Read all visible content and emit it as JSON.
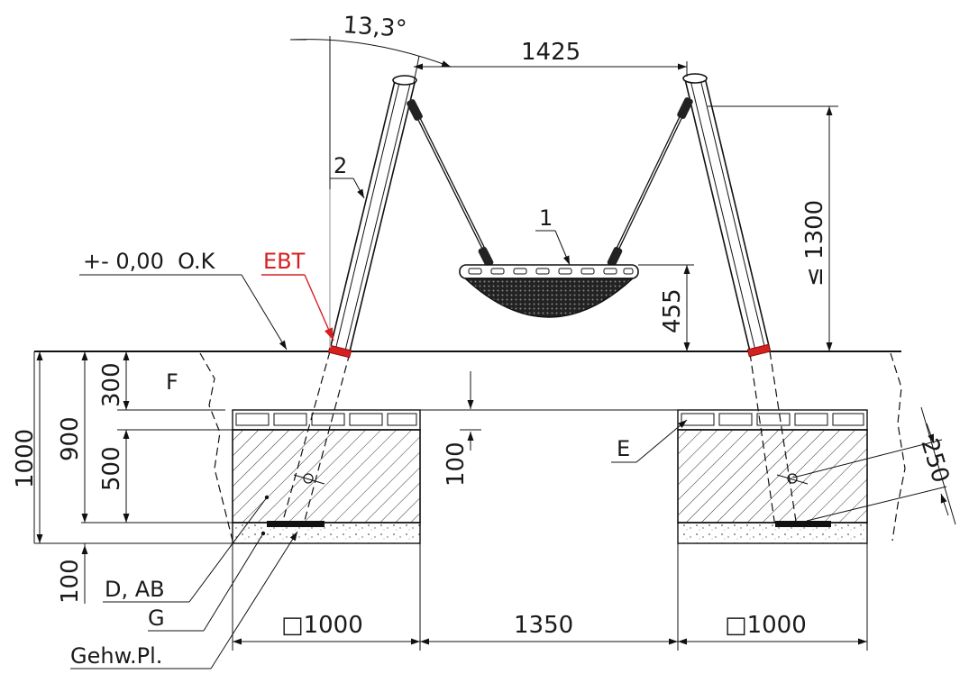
{
  "dimensions": {
    "angle": "13,3°",
    "top_span": "1425",
    "height_max": "≤ 1300",
    "seat_height": "455",
    "depth_300": "300",
    "depth_900": "900",
    "depth_1000": "1000",
    "depth_500": "500",
    "depth_100_bottom": "100",
    "gap_100": "100",
    "width_250": "250",
    "foundation_left": "□1000",
    "middle_span": "1350",
    "foundation_right": "□1000"
  },
  "labels": {
    "level": "+- 0,00  O.K",
    "ebt": "EBT",
    "part_1": "1",
    "part_2": "2",
    "f": "F",
    "e": "E",
    "d_ab": "D, AB",
    "g": "G",
    "gehw": "Gehw.Pl."
  },
  "colors": {
    "line": "#111111",
    "accent_red": "#d62020",
    "construction_gray": "#bdbdbd"
  }
}
